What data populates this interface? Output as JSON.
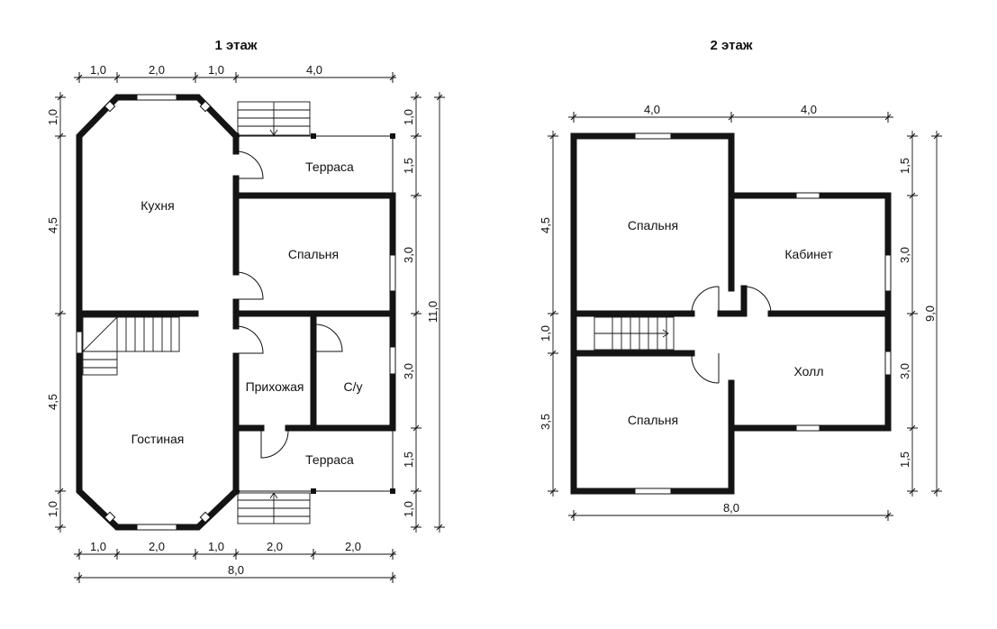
{
  "floor1": {
    "title": "1 этаж",
    "rooms": {
      "kitchen": "Кухня",
      "living": "Гостиная",
      "terrace_top": "Терраса",
      "terrace_bottom": "Терраса",
      "bedroom": "Спальня",
      "hall": "Прихожая",
      "wc": "С/у"
    },
    "dims_top": [
      "1,0",
      "2,0",
      "1,0",
      "4,0"
    ],
    "dims_bottom": [
      "1,0",
      "2,0",
      "1,0",
      "2,0",
      "2,0"
    ],
    "dim_total_width": "8,0",
    "dims_left": [
      "1,0",
      "4,5",
      "4,5",
      "1,0"
    ],
    "dims_right": [
      "1,0",
      "1,5",
      "3,0",
      "3,0",
      "1,5",
      "1,0"
    ],
    "dim_total_height": "11,0"
  },
  "floor2": {
    "title": "2 этаж",
    "rooms": {
      "bedroom_top": "Спальня",
      "cabinet": "Кабинет",
      "bedroom_bottom": "Спальня",
      "hall": "Холл"
    },
    "dims_top": [
      "4,0",
      "4,0"
    ],
    "dim_total_width": "8,0",
    "dims_left": [
      "4,5",
      "1,0",
      "3,5"
    ],
    "dims_right": [
      "1,5",
      "3,0",
      "3,0",
      "1,5"
    ],
    "dim_total_height": "9,0"
  }
}
